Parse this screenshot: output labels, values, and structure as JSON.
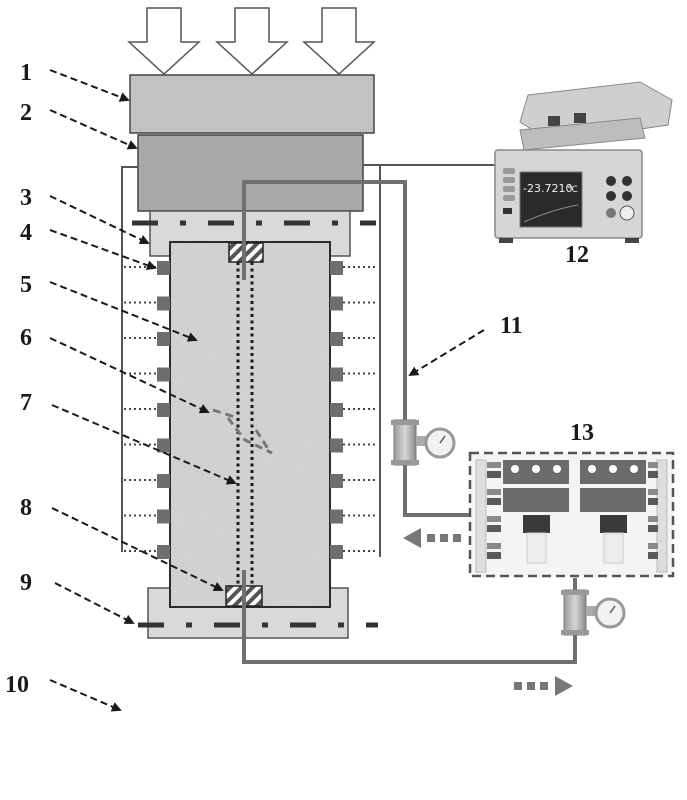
{
  "figure": {
    "title": "Schematic of test apparatus (specimen loading, temperature measurement and fluid circulation)",
    "colors": {
      "background": "#ffffff",
      "load_plate": "#c2c2c2",
      "upper_block": "#a8a8a8",
      "end_cap": "#d9d9d9",
      "specimen": "#d3d3d3",
      "sensor": "#6e6e6e",
      "pipe": "#707070",
      "outline": "#2b2b2b",
      "arrow_fill": "#ffffff"
    }
  },
  "callouts": [
    {
      "id": "1",
      "label": "1",
      "target": "loading-plate"
    },
    {
      "id": "2",
      "label": "2",
      "target": "upper-pressure-head"
    },
    {
      "id": "3",
      "label": "3",
      "target": "upper-end-cap"
    },
    {
      "id": "4",
      "label": "4",
      "target": "temperature-sensor"
    },
    {
      "id": "5",
      "label": "5",
      "target": "rock-specimen"
    },
    {
      "id": "6",
      "label": "6",
      "target": "fracture"
    },
    {
      "id": "7",
      "label": "7",
      "target": "borehole"
    },
    {
      "id": "8",
      "label": "8",
      "target": "porous-disk"
    },
    {
      "id": "9",
      "label": "9",
      "target": "lower-end-cap"
    },
    {
      "id": "10",
      "label": "10",
      "target": "base-platen"
    },
    {
      "id": "11",
      "label": "11",
      "target": "fluid-pipeline"
    },
    {
      "id": "12",
      "label": "12",
      "target": "data-acquisition-unit"
    },
    {
      "id": "13",
      "label": "13",
      "target": "pump-system"
    }
  ],
  "instrument_display": {
    "reading": "-23.7210",
    "unit": "°C"
  },
  "load_arrows": 3,
  "sensor_rows": 9,
  "flow_direction": {
    "return_flow": "left",
    "outlet_flow": "right"
  }
}
